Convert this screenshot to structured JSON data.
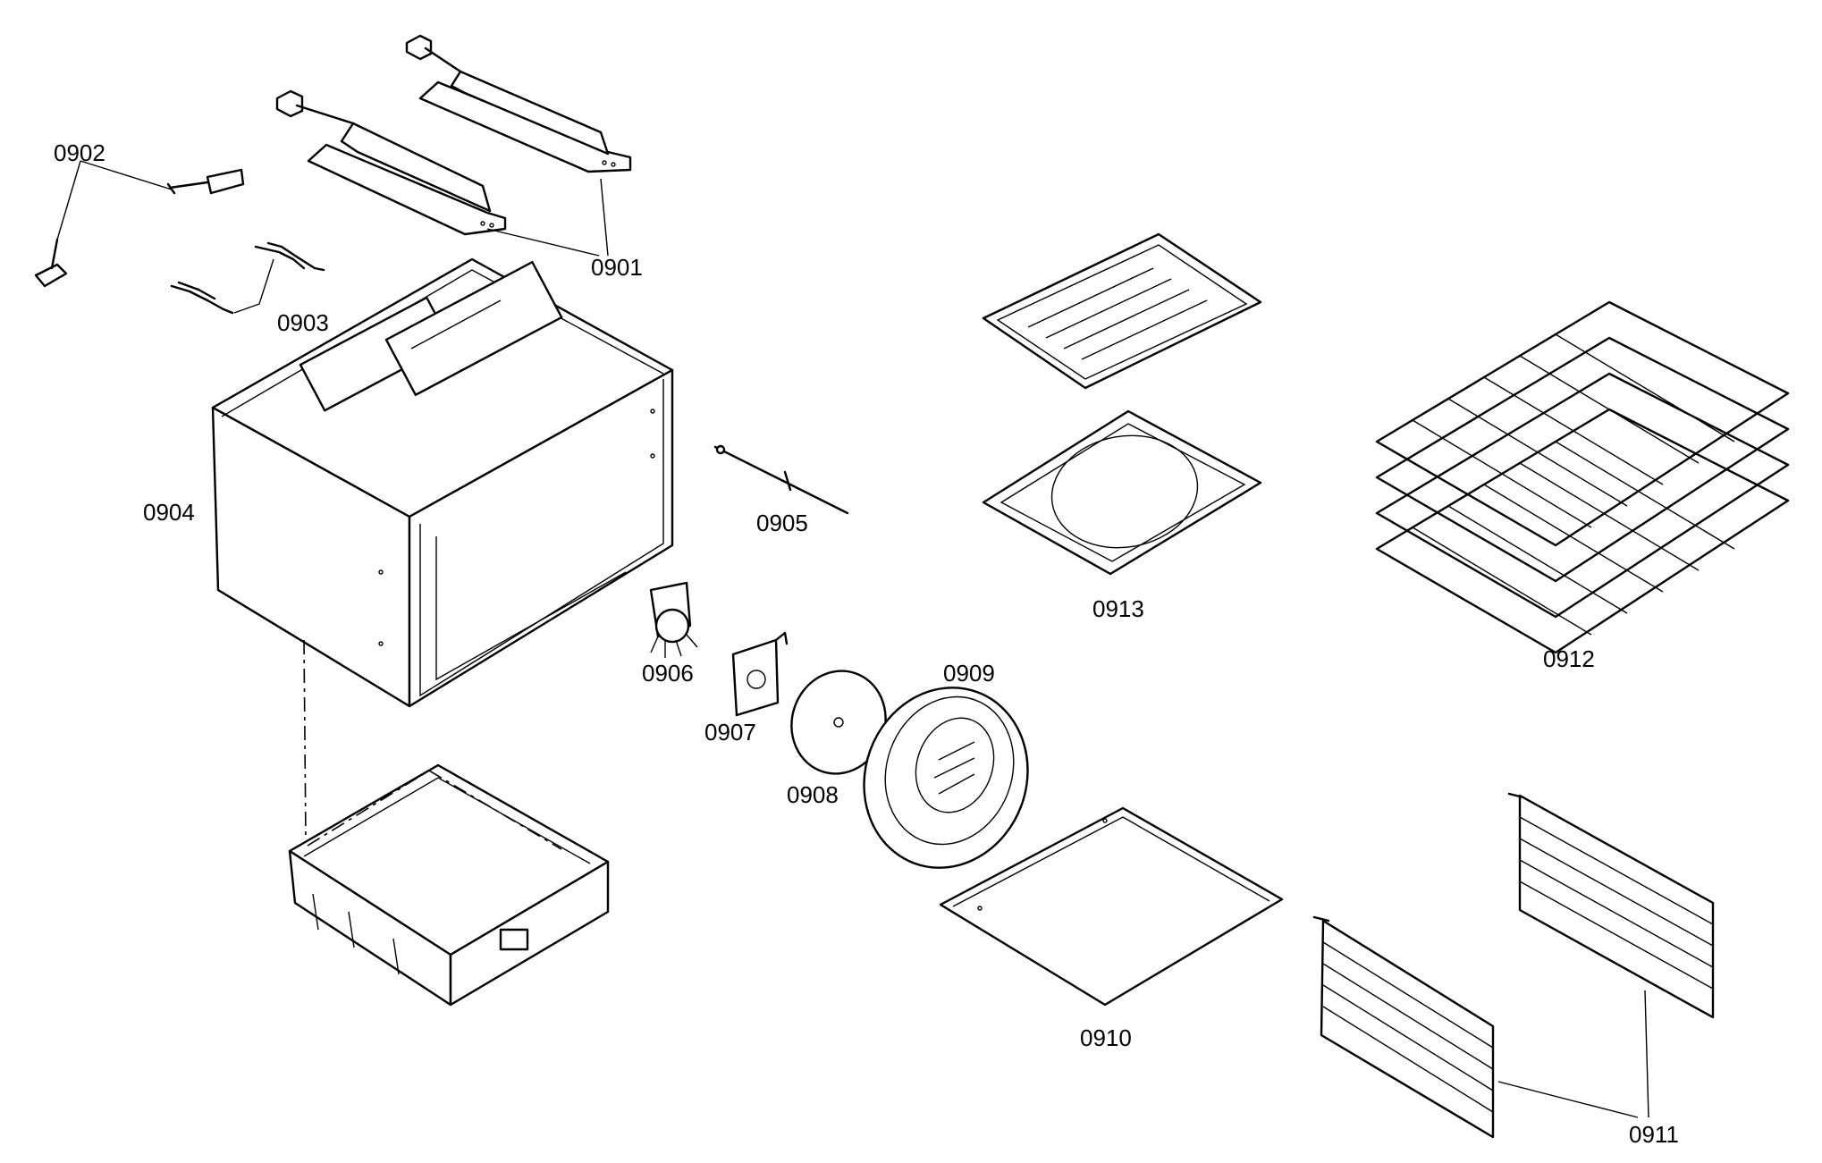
{
  "labels": {
    "p0901": "0901",
    "p0902": "0902",
    "p0903": "0903",
    "p0904": "0904",
    "p0905": "0905",
    "p0906": "0906",
    "p0907": "0907",
    "p0908": "0908",
    "p0909": "0909",
    "p0910": "0910",
    "p0911": "0911",
    "p0912": "0912",
    "p0913": "0913"
  }
}
